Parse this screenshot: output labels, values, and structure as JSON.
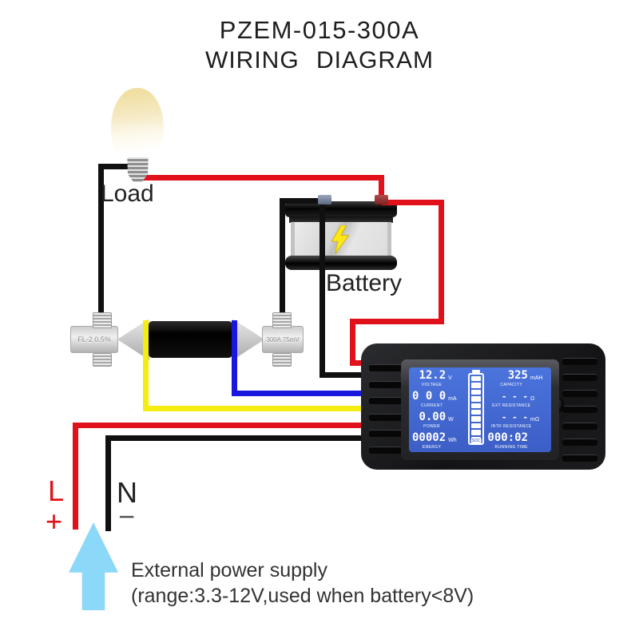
{
  "title": {
    "line1": "PZEM-015-300A",
    "line2": "WIRING DIAGRAM"
  },
  "load": {
    "label": "Load"
  },
  "battery": {
    "label": "Battery"
  },
  "shunt": {
    "left_label": "FL-2 0.5%",
    "right_label": "300A 75mV"
  },
  "meter": {
    "lcd": {
      "readings": [
        {
          "value": "12.2",
          "unit": "V",
          "label": "VOLTAGE"
        },
        {
          "value": "0 0 0",
          "unit": "mA",
          "label": "CURRENT"
        },
        {
          "value": "0.00",
          "unit": "W",
          "label": "POWER"
        },
        {
          "value": "00002",
          "unit": "Wh",
          "label": "ENERGY"
        },
        {
          "value": "325",
          "unit": "mAH",
          "label": "CAPACITY"
        },
        {
          "value": "- - -",
          "unit": "Ω",
          "label": "EXT RESISTANCE"
        },
        {
          "value": "- - -",
          "unit": "mΩ",
          "label": "INTR RESISTANCE"
        },
        {
          "value": "000:02",
          "unit": "",
          "label": "RUNNING TIME"
        }
      ],
      "battery_gauge": {
        "segments": 10,
        "soc_label": "SOC"
      }
    }
  },
  "power_input": {
    "line_label": "L",
    "plus_label": "+",
    "neutral_label": "N",
    "minus_label": "−"
  },
  "caption": {
    "line1": "External power supply",
    "line2": "(range:3.3-12V,used when battery<8V)"
  },
  "colors": {
    "wire_red": "#e0111a",
    "wire_black": "#101010",
    "wire_yellow": "#f5ec10",
    "wire_blue": "#1717dd",
    "arrow_blue": "#8cd8f8",
    "lcd_blue": "#4468d0",
    "bolt_yellow": "#ffe816",
    "meter_body": "#1d1e20"
  }
}
